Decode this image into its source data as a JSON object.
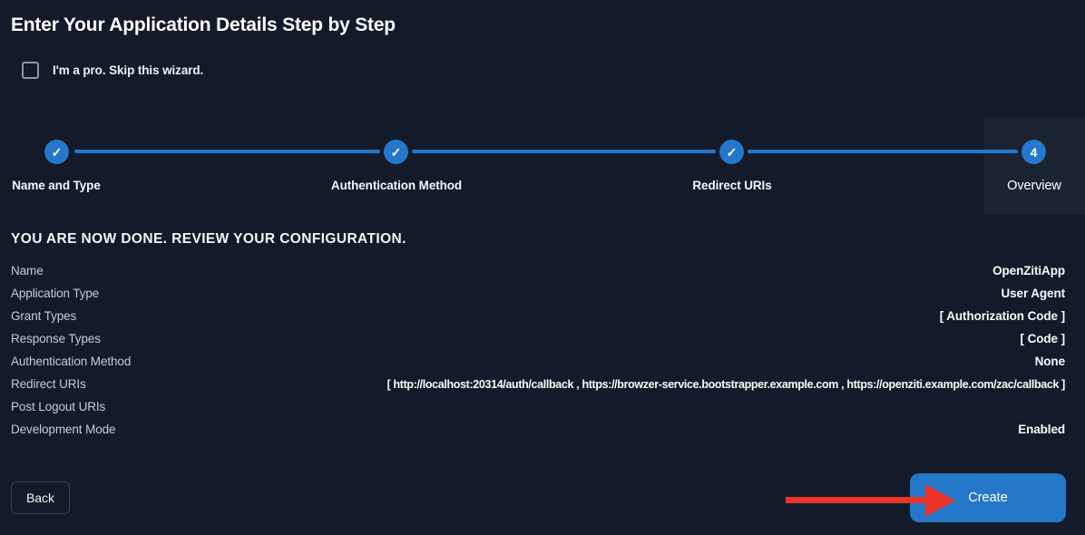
{
  "page": {
    "title": "Enter Your Application Details Step by Step"
  },
  "skip_wizard": {
    "label": "I'm a pro. Skip this wizard.",
    "checked": false
  },
  "stepper": {
    "steps": [
      {
        "label": "Name and Type",
        "status": "complete",
        "icon": "check-icon",
        "glyph": "✓"
      },
      {
        "label": "Authentication Method",
        "status": "complete",
        "icon": "check-icon",
        "glyph": "✓"
      },
      {
        "label": "Redirect URIs",
        "status": "complete",
        "icon": "check-icon",
        "glyph": "✓"
      },
      {
        "label": "Overview",
        "status": "current",
        "icon": "step-number",
        "glyph": "4"
      }
    ]
  },
  "review": {
    "heading": "YOU ARE NOW DONE. REVIEW YOUR CONFIGURATION.",
    "rows": [
      {
        "label": "Name",
        "value": "OpenZitiApp"
      },
      {
        "label": "Application Type",
        "value": "User Agent"
      },
      {
        "label": "Grant Types",
        "value": "[ Authorization Code ]"
      },
      {
        "label": "Response Types",
        "value": "[ Code ]"
      },
      {
        "label": "Authentication Method",
        "value": "None"
      },
      {
        "label": "Redirect URIs",
        "value": "[ http://localhost:20314/auth/callback , https://browzer-service.bootstrapper.example.com , https://openziti.example.com/zac/callback ]"
      },
      {
        "label": "Post Logout URIs",
        "value": ""
      },
      {
        "label": "Development Mode",
        "value": "Enabled"
      }
    ]
  },
  "actions": {
    "back_label": "Back",
    "create_label": "Create"
  },
  "colors": {
    "bg": "#131a29",
    "panel": "#1b2333",
    "accent": "#2577c9",
    "arrow": "#ea3428",
    "label": "#c6ccd5",
    "value": "#fafbfd",
    "text": "#f2f4f7",
    "border": "#3a4252",
    "checkbox_border": "#8e96a3"
  }
}
